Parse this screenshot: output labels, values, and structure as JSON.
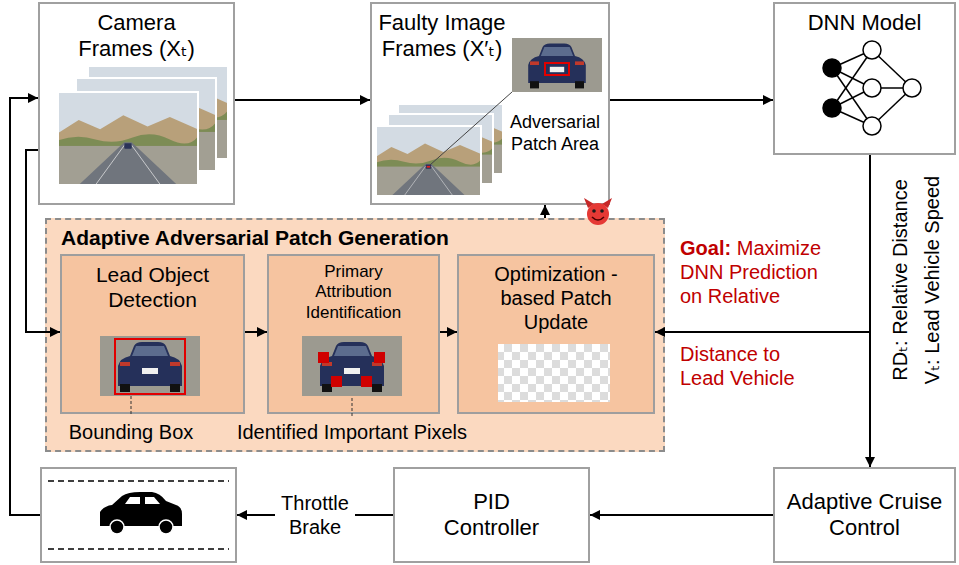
{
  "diagram": {
    "nodes": [
      {
        "text": [
          "Camera Frames (Xₜ)"
        ]
      },
      {
        "text": [
          "Faulty Image Frames (X′ₜ)"
        ]
      },
      {
        "text": [
          "DNN Model"
        ]
      },
      {
        "text": [
          "Adaptive Adversarial Patch Generation"
        ]
      },
      {
        "text": [
          "Lead Object Detection"
        ],
        "in": 3
      },
      {
        "text": [
          "Primary Attribution Identification"
        ],
        "in": 3
      },
      {
        "text": [
          "Optimization -based Patch Update"
        ],
        "in": 3
      },
      {
        "text": []
      },
      {
        "text": [
          "PID Controller"
        ]
      },
      {
        "text": [
          "Adaptive Cruise Control"
        ]
      }
    ],
    "edges": [
      {
        "from": 0,
        "to": 1,
        "arrow": "to"
      },
      {
        "from": 1,
        "to": 2,
        "arrow": "to"
      },
      {
        "from": 2,
        "to": 9,
        "arrow": "to"
      },
      {
        "from": 2,
        "to": 6,
        "arrow": "to"
      },
      {
        "from": 9,
        "to": 8,
        "arrow": "to"
      },
      {
        "from": 8,
        "to": 7,
        "label": "Throttle Brake",
        "arrow": "to"
      },
      {
        "from": 7,
        "to": 0,
        "arrow": "to"
      },
      {
        "from": 0,
        "to": 4,
        "arrow": "to"
      },
      {
        "from": 4,
        "to": 5,
        "arrow": "to"
      },
      {
        "from": 5,
        "to": 6,
        "arrow": "to"
      },
      {
        "from": 3,
        "to": 1,
        "arrow": "to"
      }
    ],
    "labels": [
      "Adversarial Patch Area",
      "Goal:",
      "Maximize DNN Prediction on Relative",
      "Distance to Lead Vehicle",
      "RDₜ: Relative Distance",
      "Vₜ: Lead Vehicle Speed",
      "Bounding Box",
      "Identified Important Pixels"
    ]
  }
}
